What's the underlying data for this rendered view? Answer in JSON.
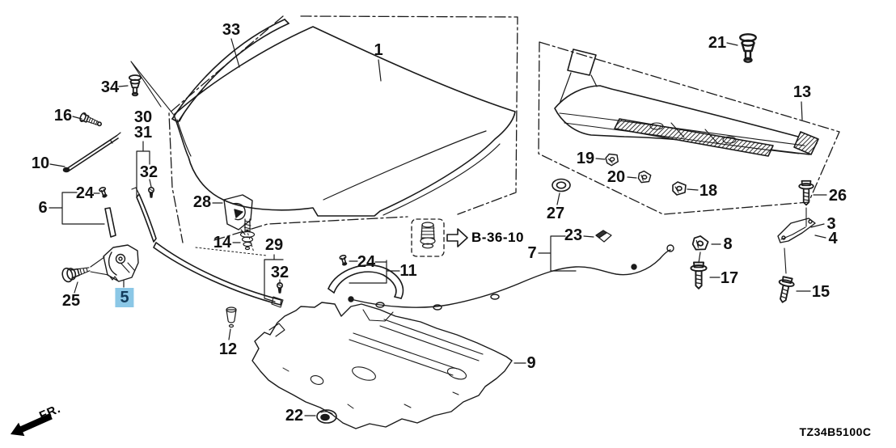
{
  "diagram": {
    "code": "TZ34B5100C",
    "reference_code": "B-36-10",
    "direction_label": "FR.",
    "highlighted_part": "5",
    "highlight_color": "#8BC7E6",
    "highlight_text_color": "#123B5C",
    "line_color": "#1A1A1A",
    "background_color": "#FFFFFF"
  },
  "labels": {
    "p1": "1",
    "p3": "3",
    "p4": "4",
    "p5": "5",
    "p6": "6",
    "p7": "7",
    "p8": "8",
    "p9": "9",
    "p10": "10",
    "p11": "11",
    "p12": "12",
    "p13": "13",
    "p14": "14",
    "p15": "15",
    "p16": "16",
    "p17": "17",
    "p18": "18",
    "p19": "19",
    "p20": "20",
    "p21": "21",
    "p22": "22",
    "p23": "23",
    "p24a": "24",
    "p24b": "24",
    "p25": "25",
    "p26": "26",
    "p27": "27",
    "p28": "28",
    "p29": "29",
    "p30": "30",
    "p31": "31",
    "p32a": "32",
    "p32b": "32",
    "p33": "33",
    "p34": "34"
  }
}
